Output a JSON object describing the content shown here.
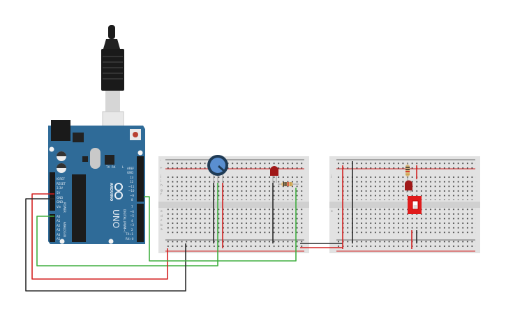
{
  "colors": {
    "board_blue": "#2f6b98",
    "wire_red": "#d42020",
    "wire_black": "#2a2a2a",
    "wire_green": "#3fae3f",
    "breadboard": "#e2e2e2",
    "switch_red": "#e01b1b"
  },
  "arduino": {
    "brand": "ARDUINO",
    "model": "UNO",
    "power_header": [
      "IOREF",
      "RESET",
      "3.3V",
      "5V",
      "GND",
      "GND",
      "Vin"
    ],
    "power_label": "POWER",
    "analog_header": [
      "A0",
      "A1",
      "A2",
      "A3",
      "A4",
      "A5"
    ],
    "analog_label": "ANALOG IN",
    "digital_header": [
      "AREF",
      "GND",
      "13",
      "12",
      "~11",
      "~10",
      "~9",
      "8",
      "7",
      "~6",
      "~5",
      "4",
      "~3",
      "2",
      "TX→1",
      "RX←0"
    ],
    "digital_label": "DIGITAL (PWM~)",
    "leds": [
      "L",
      "TX",
      "RX"
    ]
  },
  "breadboard": {
    "rows_top": [
      "j",
      "i",
      "h",
      "g",
      "f"
    ],
    "rows_bottom": [
      "e",
      "d",
      "c",
      "b",
      "a"
    ],
    "rail_plus": "+",
    "rail_minus": "-"
  },
  "icons": {
    "usb_cable": "usb-cable-icon",
    "potentiometer": "potentiometer-icon",
    "led": "led-icon",
    "resistor": "resistor-icon",
    "dip_switch": "dip-switch-icon"
  }
}
